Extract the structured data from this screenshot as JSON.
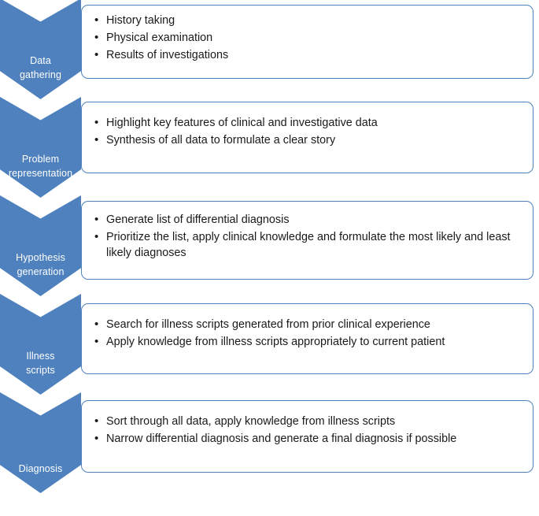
{
  "diagram": {
    "type": "process-flow",
    "orientation": "vertical",
    "colors": {
      "chevron_fill": "#4E81BD",
      "chevron_text": "#FFFFFF",
      "box_border": "#4F81BD",
      "box_fill": "#FFFFFF",
      "box_text": "#1A1A1A"
    },
    "stages": [
      {
        "label": "Data\ngathering",
        "label_lines": [
          "Data",
          "gathering"
        ],
        "bullets": [
          "History taking",
          "Physical examination",
          "Results of investigations"
        ]
      },
      {
        "label": "Problem\nrepresentation",
        "label_lines": [
          "Problem",
          "representation"
        ],
        "bullets": [
          "Highlight key features of clinical and investigative data",
          "Synthesis of all data to formulate a clear story"
        ]
      },
      {
        "label": "Hypothesis\ngeneration",
        "label_lines": [
          "Hypothesis",
          "generation"
        ],
        "bullets": [
          "Generate list of differential diagnosis",
          "Prioritize the list, apply clinical knowledge and formulate the most likely and least likely diagnoses"
        ]
      },
      {
        "label": "Illness\nscripts",
        "label_lines": [
          "Illness",
          "scripts"
        ],
        "bullets": [
          "Search for illness scripts generated from prior clinical experience",
          "Apply knowledge from illness scripts appropriately to current patient"
        ]
      },
      {
        "label": "Diagnosis",
        "label_lines": [
          "Diagnosis"
        ],
        "bullets": [
          "Sort through all data, apply knowledge from illness scripts",
          "Narrow differential diagnosis and generate a final diagnosis if possible"
        ]
      }
    ]
  }
}
